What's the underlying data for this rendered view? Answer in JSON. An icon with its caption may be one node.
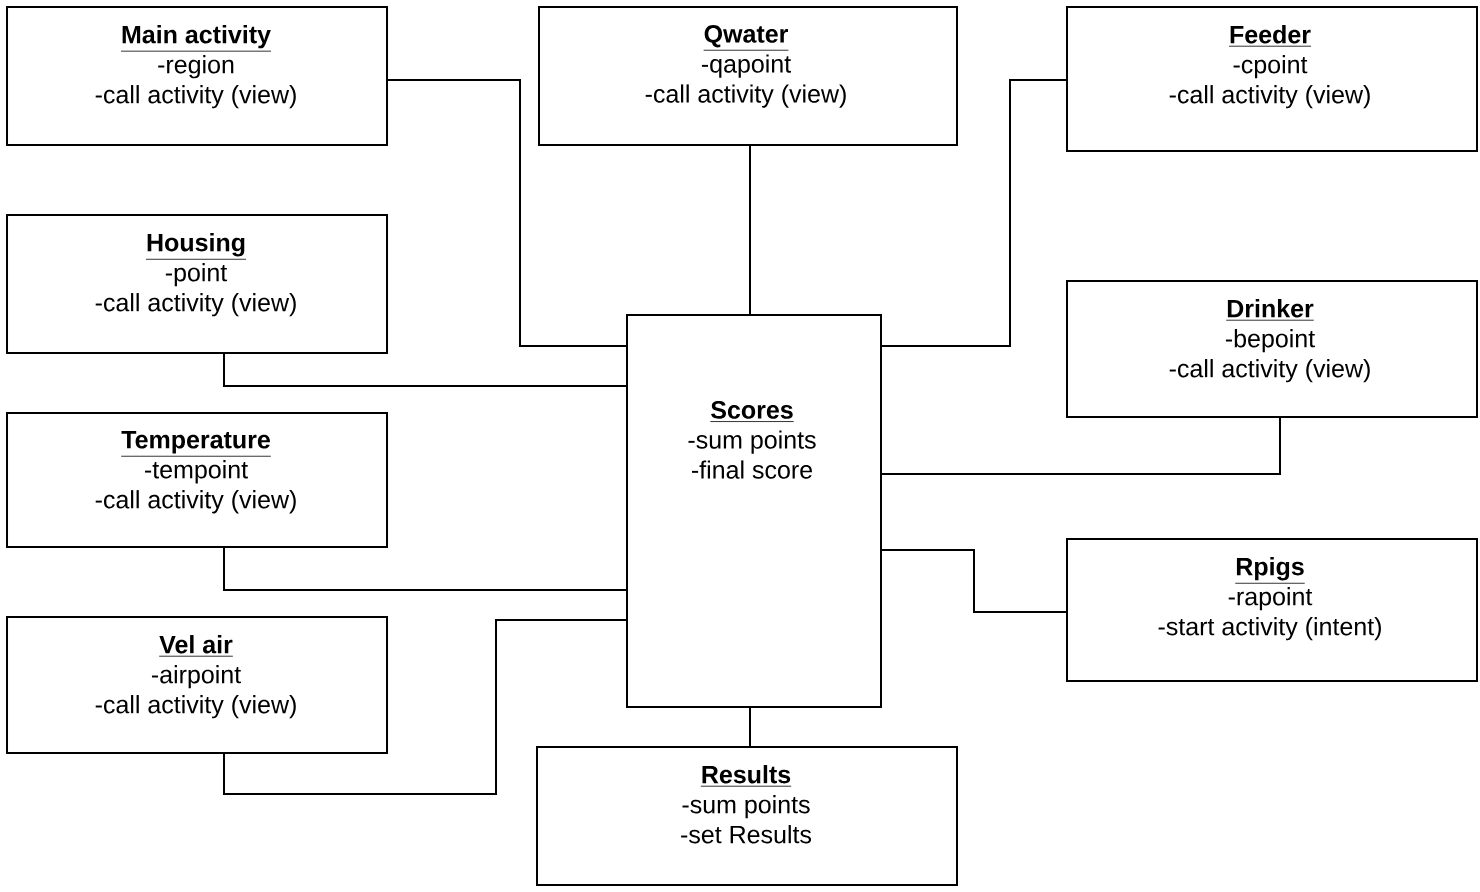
{
  "diagram": {
    "nodes": [
      {
        "text": [
          "Main activity",
          "-region",
          "-call activity (view)"
        ]
      },
      {
        "text": [
          "Qwater",
          "-qapoint",
          "-call activity (view)"
        ]
      },
      {
        "text": [
          "Feeder",
          "-cpoint",
          "-call activity (view)"
        ]
      },
      {
        "text": [
          "Housing",
          "-point",
          "-call activity (view)"
        ]
      },
      {
        "text": [
          "Scores",
          "-sum points",
          "-final score"
        ]
      },
      {
        "text": [
          "Drinker",
          "-bepoint",
          "-call activity (view)"
        ]
      },
      {
        "text": [
          "Temperature",
          "-tempoint",
          "-call activity (view)"
        ]
      },
      {
        "text": [
          "Rpigs",
          "-rapoint",
          "-start activity (intent)"
        ]
      },
      {
        "text": [
          "Vel air",
          "-airpoint",
          "-call activity (view)"
        ]
      },
      {
        "text": [
          "Results",
          "-sum points",
          "-set Results"
        ]
      }
    ],
    "edges": [
      {
        "from": 0,
        "to": 4,
        "arrow": "none"
      },
      {
        "from": 1,
        "to": 4,
        "arrow": "none"
      },
      {
        "from": 2,
        "to": 4,
        "arrow": "none"
      },
      {
        "from": 3,
        "to": 4,
        "arrow": "none"
      },
      {
        "from": 5,
        "to": 4,
        "arrow": "none"
      },
      {
        "from": 6,
        "to": 4,
        "arrow": "none"
      },
      {
        "from": 7,
        "to": 4,
        "arrow": "none"
      },
      {
        "from": 8,
        "to": 4,
        "arrow": "none"
      },
      {
        "from": 9,
        "to": 4,
        "arrow": "none"
      }
    ]
  }
}
